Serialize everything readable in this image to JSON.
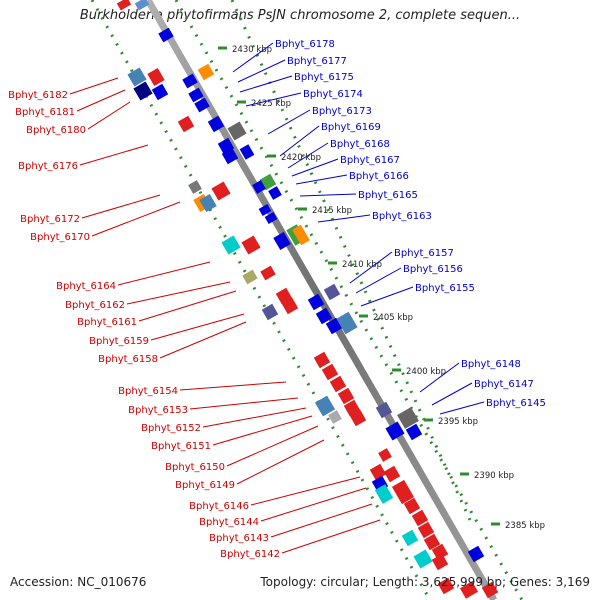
{
  "title": "Burkholderia phytofirmans PsJN chromosome 2, complete sequen...",
  "footer": {
    "accession": "Accession: NC_010676",
    "summary": "Topology: circular; Length: 3,625,999 bp; Genes: 3,169"
  },
  "colors": {
    "left_labels": "#cc0000",
    "right_labels": "#0000cc",
    "backbone": "#808080",
    "ticks": "#2e8b2e"
  },
  "kbp_ticks": [
    "2430 kbp",
    "2425 kbp",
    "2420 kbp",
    "2415 kbp",
    "2410 kbp",
    "2405 kbp",
    "2400 kbp",
    "2395 kbp",
    "2390 kbp",
    "2385 kbp"
  ],
  "right_genes": [
    "Bphyt_6178",
    "Bphyt_6177",
    "Bphyt_6175",
    "Bphyt_6174",
    "Bphyt_6173",
    "Bphyt_6169",
    "Bphyt_6168",
    "Bphyt_6167",
    "Bphyt_6166",
    "Bphyt_6165",
    "Bphyt_6163",
    "Bphyt_6157",
    "Bphyt_6156",
    "Bphyt_6155",
    "Bphyt_6148",
    "Bphyt_6147",
    "Bphyt_6145"
  ],
  "left_genes": [
    "Bphyt_6182",
    "Bphyt_6181",
    "Bphyt_6180",
    "Bphyt_6176",
    "Bphyt_6172",
    "Bphyt_6170",
    "Bphyt_6164",
    "Bphyt_6162",
    "Bphyt_6161",
    "Bphyt_6159",
    "Bphyt_6158",
    "Bphyt_6154",
    "Bphyt_6153",
    "Bphyt_6152",
    "Bphyt_6151",
    "Bphyt_6150",
    "Bphyt_6149",
    "Bphyt_6146",
    "Bphyt_6144",
    "Bphyt_6143",
    "Bphyt_6142"
  ]
}
